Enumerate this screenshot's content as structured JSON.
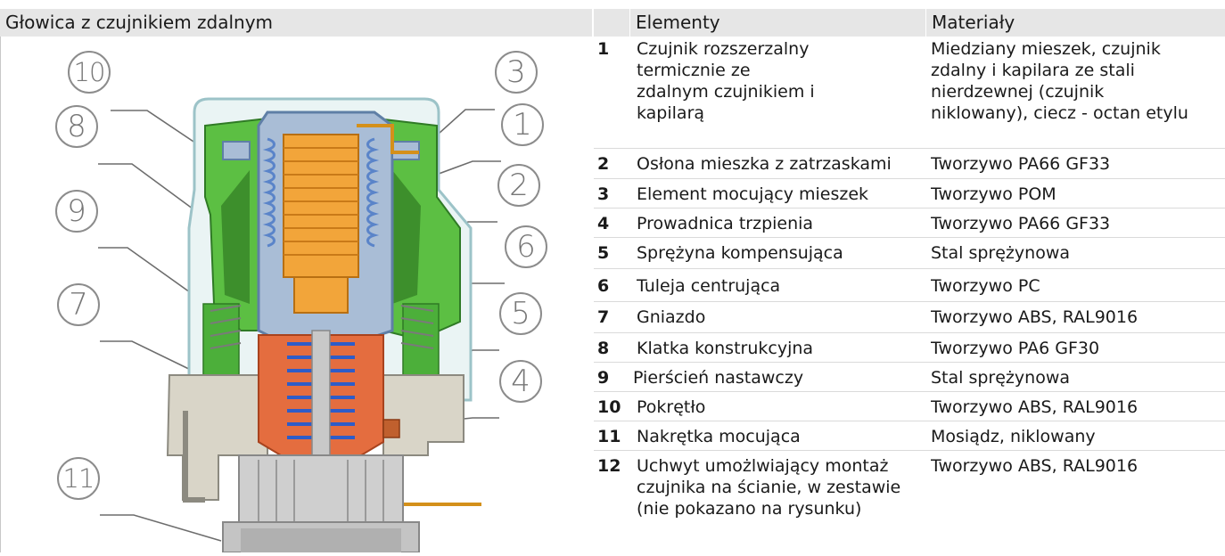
{
  "left_panel": {
    "title": "Głowica z czujnikiem zdalnym",
    "callouts": [
      "10",
      "8",
      "9",
      "7",
      "11",
      "3",
      "1",
      "2",
      "6",
      "5",
      "4"
    ]
  },
  "table": {
    "headers": [
      "",
      "Elementy",
      "Materiały"
    ],
    "rows": [
      {
        "num": "1",
        "element": "Czujnik rozszerzalny\ntermicznie ze\nzdalnym czujnikiem i\nkapilarą",
        "material": "Miedziany mieszek, czujnik\nzdalny i kapilara ze stali\nnierdzewnej (czujnik\nniklowany), ciecz - octan etylu"
      },
      {
        "num": "2",
        "element": "Osłona mieszka z zatrzaskami",
        "material": "Tworzywo PA66 GF33"
      },
      {
        "num": "3",
        "element": "Element mocujący mieszek",
        "material": "Tworzywo POM"
      },
      {
        "num": "4",
        "element": "Prowadnica trzpienia",
        "material": "Tworzywo PA66 GF33"
      },
      {
        "num": "5",
        "element": "Sprężyna kompensująca",
        "material": "Stal sprężynowa"
      },
      {
        "num": "6",
        "element": "Tuleja centrująca",
        "material": "Tworzywo PC"
      },
      {
        "num": "7",
        "element": "Gniazdo",
        "material": "Tworzywo ABS, RAL9016"
      },
      {
        "num": "8",
        "element": "Klatka konstrukcyjna",
        "material": "Tworzywo PA6 GF30"
      },
      {
        "num": "9",
        "element": "Pierścień nastawczy",
        "material": "Stal sprężynowa"
      },
      {
        "num": "10",
        "element": "Pokrętło",
        "material": "Tworzywo ABS, RAL9016"
      },
      {
        "num": "11",
        "element": "Nakrętka mocująca",
        "material": "Mosiądz, niklowany"
      },
      {
        "num": "12",
        "element": "Uchwyt umożlwiający montaż\nczujnika na ścianie, w zestawie\n(nie pokazano na rysunku)",
        "material": "Tworzywo ABS, RAL9016"
      }
    ]
  },
  "colors": {
    "header_bg": "#e6e6e6",
    "green": "#4caf3a",
    "orange": "#f0a030",
    "copper": "#e06a3c",
    "blue": "#3a6fd0",
    "grey_blue": "#8fa8c8",
    "housing": "#d9d5c8"
  }
}
